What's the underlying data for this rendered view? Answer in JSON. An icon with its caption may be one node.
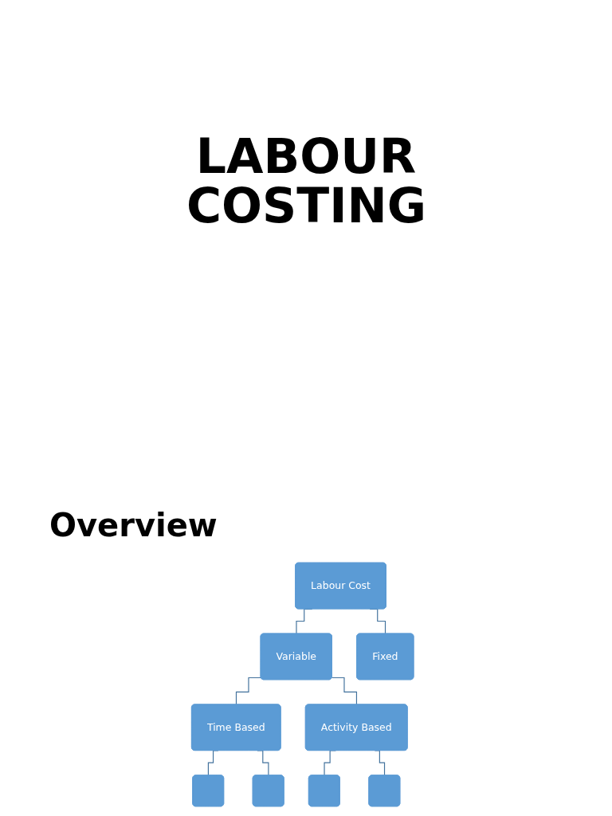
{
  "diagram": {
    "title": "LABOUR COSTING",
    "nodes": [
      {
        "text": [
          "Labour Cost"
        ]
      },
      {
        "text": [
          "Variable"
        ]
      },
      {
        "text": [
          "Fixed"
        ]
      },
      {
        "text": [
          "Time Based"
        ]
      },
      {
        "text": [
          "Activity Based"
        ]
      },
      {
        "text": [],
        "shape": "box"
      },
      {
        "text": [],
        "shape": "box"
      },
      {
        "text": [],
        "shape": "box"
      },
      {
        "text": [],
        "shape": "box"
      }
    ],
    "edges": [
      {
        "from": 0,
        "to": 1,
        "arrow": "none"
      },
      {
        "from": 0,
        "to": 2,
        "arrow": "none"
      },
      {
        "from": 1,
        "to": 3,
        "arrow": "none"
      },
      {
        "from": 1,
        "to": 4,
        "arrow": "none"
      },
      {
        "from": 3,
        "to": 5,
        "arrow": "none"
      },
      {
        "from": 3,
        "to": 6,
        "arrow": "none"
      },
      {
        "from": 4,
        "to": 7,
        "arrow": "none"
      },
      {
        "from": 4,
        "to": 8,
        "arrow": "none"
      }
    ],
    "labels": [
      "Overview"
    ]
  }
}
